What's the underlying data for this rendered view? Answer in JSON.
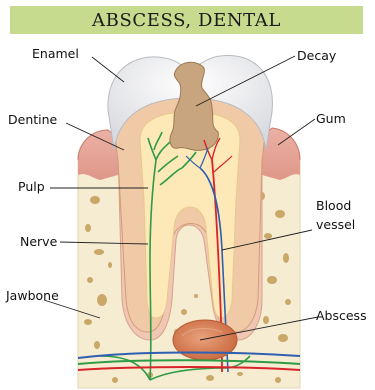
{
  "title": "ABSCESS, DENTAL",
  "labels": {
    "enamel": "Enamel",
    "decay": "Decay",
    "dentine": "Dentine",
    "gum": "Gum",
    "pulp": "Pulp",
    "blood_vessel_line1": "Blood",
    "blood_vessel_line2": "vessel",
    "nerve": "Nerve",
    "jawbone": "Jawbone",
    "abscess": "Abscess"
  },
  "colors": {
    "title_bar": "#c7db8f",
    "enamel": "#f3f3f5",
    "dentine": "#f0c9a6",
    "pulp": "#fde9b8",
    "gum": "#e6a79a",
    "bone": "#f6ecd2",
    "nerve": "#2e9b47",
    "artery": "#d9232c",
    "vein": "#2f5fb0",
    "decay": "#c8a57e",
    "abscess": "#d8845b"
  }
}
